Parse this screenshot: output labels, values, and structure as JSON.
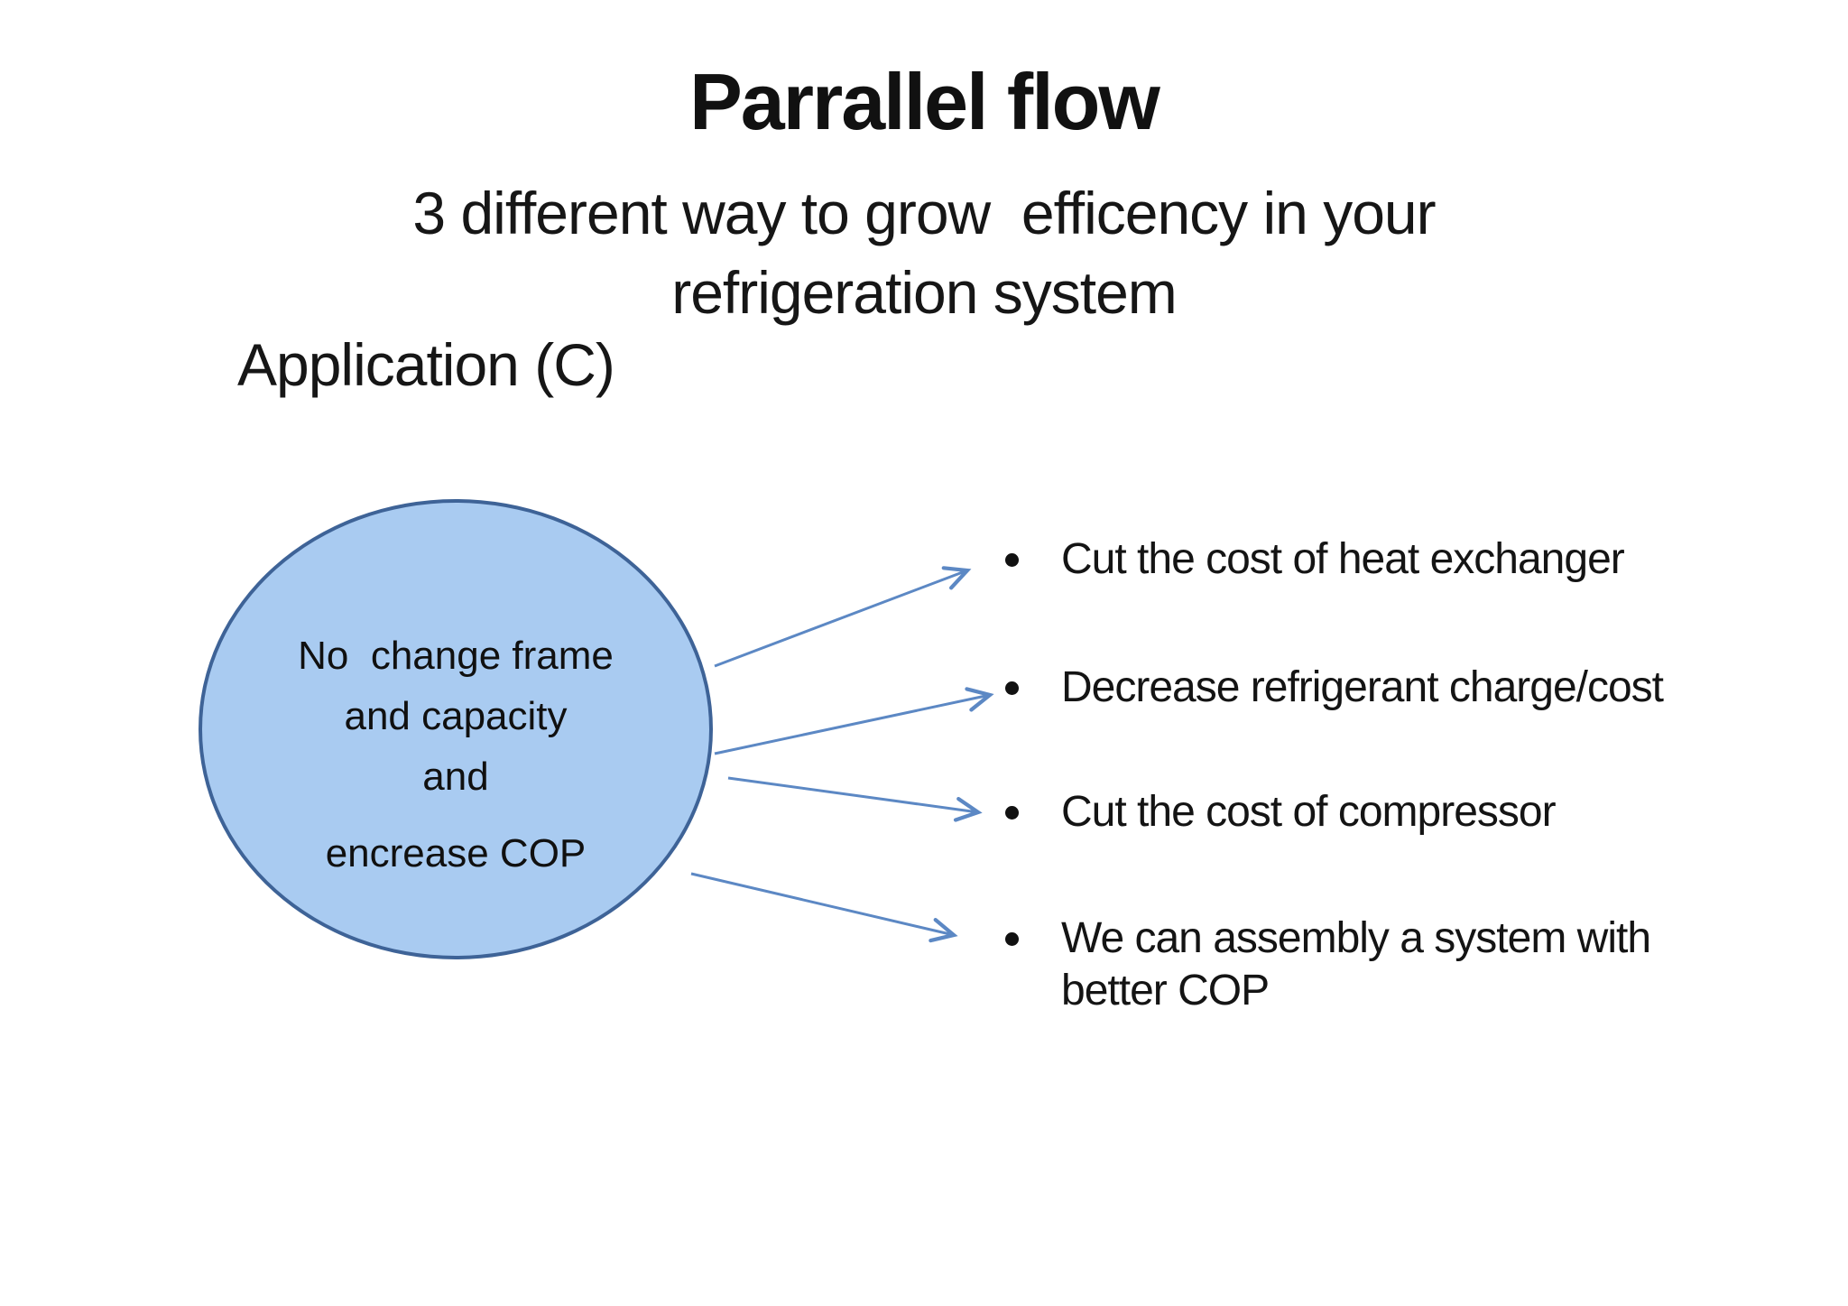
{
  "slide": {
    "title": "Parrallel flow",
    "subtitle": [
      "3 different way to grow  efficency in your",
      "refrigeration system"
    ],
    "application_label": "Application (C)",
    "ellipse": {
      "line1": "No  change frame",
      "line2": "and capacity",
      "line3": "and",
      "line4": "encrease COP"
    },
    "bullets": [
      {
        "text": "Cut the cost of heat exchanger"
      },
      {
        "text": "Decrease refrigerant charge/cost"
      },
      {
        "text": "Cut the cost of compressor"
      },
      {
        "text": "We can assembly a system with better COP"
      }
    ],
    "colors": {
      "background": "#ffffff",
      "text": "#1b1b1b",
      "ellipse_fill": "#a9cbf1",
      "ellipse_border": "#3e6397",
      "arrow": "#5c88c4"
    }
  }
}
